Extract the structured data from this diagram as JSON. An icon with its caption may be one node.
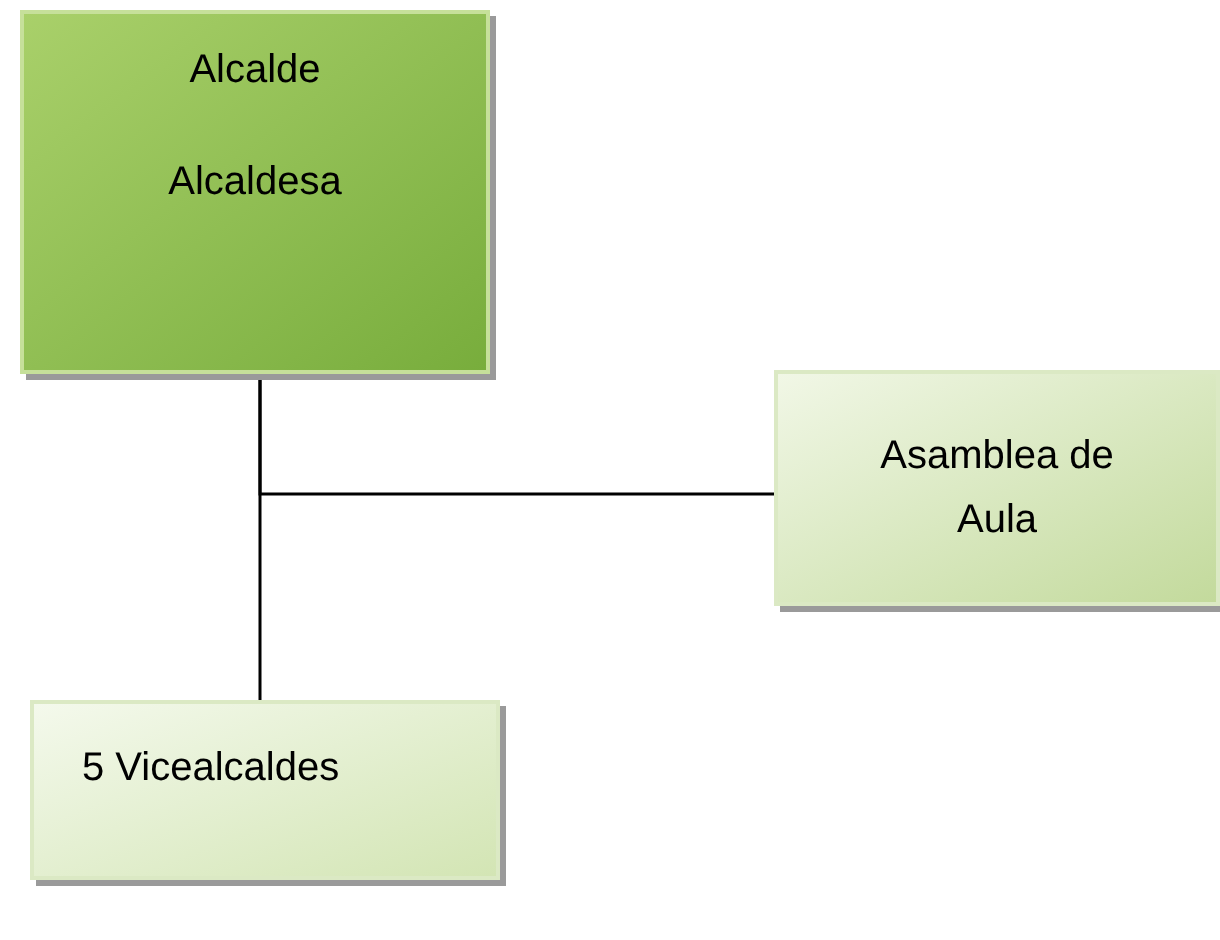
{
  "diagram": {
    "nodes": [
      {
        "text": [
          "Alcalde",
          "Alcaldesa"
        ]
      },
      {
        "text": [
          "Asamblea de Aula"
        ]
      },
      {
        "text": [
          "5 Vicealcaldes"
        ]
      }
    ],
    "edges": [
      {
        "from": 0,
        "to": 1,
        "arrow": "none"
      },
      {
        "from": 0,
        "to": 2,
        "arrow": "none"
      }
    ]
  }
}
